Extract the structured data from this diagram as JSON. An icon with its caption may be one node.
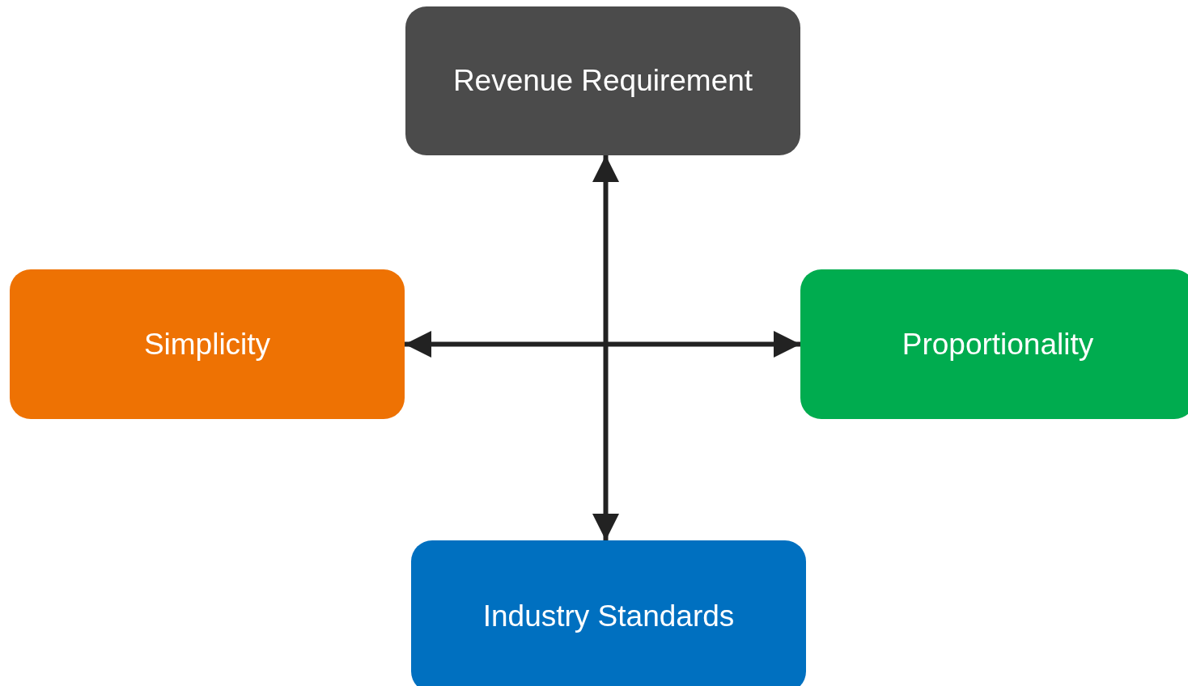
{
  "diagram": {
    "nodes": [
      {
        "text": [
          "Revenue Requirement"
        ]
      },
      {
        "text": [
          "Simplicity"
        ]
      },
      {
        "text": [
          "Proportionality"
        ]
      },
      {
        "text": [
          "Industry Standards"
        ]
      }
    ],
    "edges": [
      {
        "from": 0,
        "to": 3,
        "arrow": "both"
      },
      {
        "from": 1,
        "to": 2,
        "arrow": "both"
      }
    ]
  }
}
